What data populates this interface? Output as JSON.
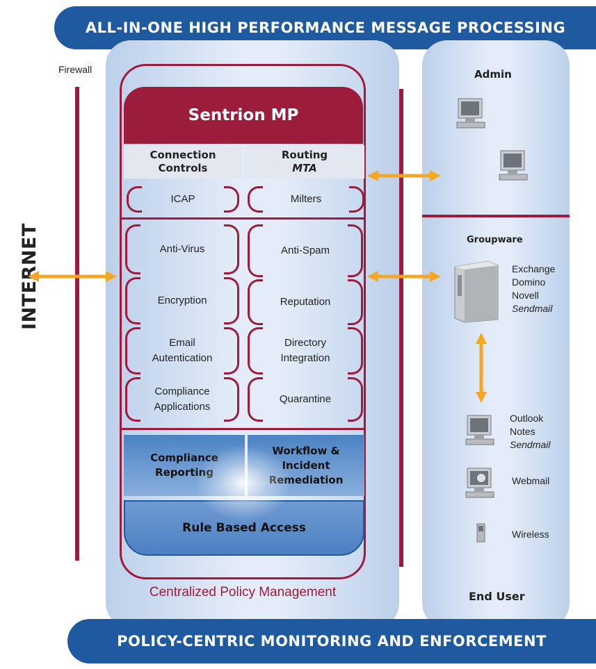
{
  "banner_top": "ALL-IN-ONE HIGH PERFORMANCE MESSAGE PROCESSING",
  "banner_bottom": "POLICY-CENTRIC MONITORING AND ENFORCEMENT",
  "firewall_label": "Firewall",
  "internet_label": "INTERNET",
  "center": {
    "title": "Sentrion MP",
    "connection_controls": [
      "Connection",
      "Controls"
    ],
    "routing": {
      "line1": "Routing",
      "line2": "MTA"
    },
    "icap": "ICAP",
    "milters": "Milters",
    "modules_left": [
      [
        "Anti-Virus"
      ],
      [
        "Encryption"
      ],
      [
        "Email",
        "Autentication"
      ],
      [
        "Compliance",
        "Applications"
      ]
    ],
    "modules_right": [
      [
        "Anti-Spam"
      ],
      [
        "Reputation"
      ],
      [
        "Directory",
        "Integration"
      ],
      [
        "Quarantine"
      ]
    ],
    "compliance_reporting": [
      "Compliance",
      "Reporting"
    ],
    "workflow": [
      "Workflow &",
      "Incident",
      "Remediation"
    ],
    "rule_based_access": "Rule Based Access",
    "footer": "Centralized Policy Management"
  },
  "right": {
    "admin": "Admin",
    "groupware": "Groupware",
    "groupware_servers": [
      "Exchange",
      "Domino",
      "Novell"
    ],
    "groupware_servers_italic": "Sendmail",
    "client_lines": [
      "Outlook",
      "Notes"
    ],
    "client_italic": "Sendmail",
    "webmail": "Webmail",
    "wireless": "Wireless",
    "end_user": "End User"
  },
  "colors": {
    "banner_blue": "#1f5aa0",
    "maroon": "#a01a3c",
    "arrow_orange": "#f5a623",
    "panel_blue": "#5a8cc8"
  }
}
